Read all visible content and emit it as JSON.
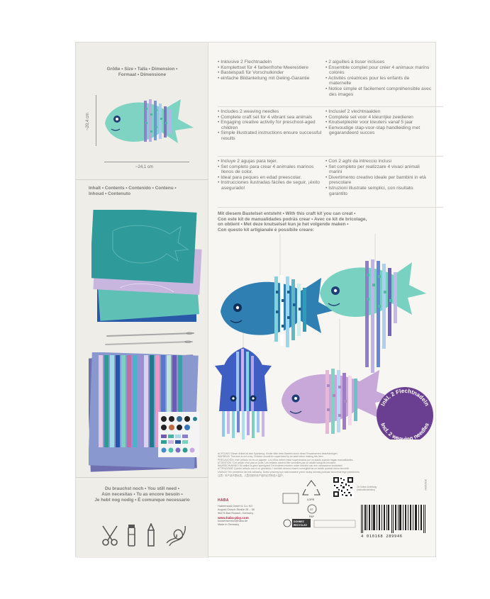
{
  "size": {
    "heading_line1": "Größe • Size • Talla • Dimension •",
    "heading_line2": "Formaat • Dimensione",
    "height": "~20,4 cm",
    "width": "~24,1 cm"
  },
  "contents": {
    "heading_line1": "Inhalt • Contents • Contenido • Contenu •",
    "heading_line2": "Inhoud • Contenuto"
  },
  "still_need": {
    "heading_line1": "Du brauchst noch • You still need •",
    "heading_line2": "Aún necesitas • Tu as encore besoin •",
    "heading_line3": "Je hebt nog nodig • È comunque necessario",
    "icons": [
      "scissors-icon",
      "glue-stick-icon",
      "pencil-icon",
      "string-icon"
    ]
  },
  "text": {
    "de": [
      "Inklusive 2 Flechtnadeln",
      "Komplettset für 4 farbenfrohe Meerestiere",
      "Bastelspaß für Vorschulkinder",
      "einfache Bildanleitung mit Geling-Garantie"
    ],
    "en": [
      "Includes 2 weaving needles",
      "Complete craft set for 4 vibrant sea animals",
      "Engaging creative activity for preschool-aged children",
      "Simple illustrated instructions ensure successful results"
    ],
    "es": [
      "Incluye 2 agujas para tejer.",
      "Set completo para crear 4 animales marinos llenos de color.",
      "Ideal para peques en edad preescolar.",
      "Instrucciones ilustradas fáciles de seguir, ¡éxito asegurado!"
    ],
    "fr": [
      "2 aiguilles à tisser incluses",
      "Ensemble complet pour créer 4 animaux marins colorés",
      "Activités créatrices pour les enfants de maternelle",
      "Notice simple et facilement compréhensible avec des images"
    ],
    "nl": [
      "Inclusief 2 vlechtnaalden",
      "Complete set voor 4 kleurrijke zeedieren",
      "Knutselplezier voor kleuters vanaf 5 jaar",
      "Eenvoudige stap-voor-stap handleiding met gegarandeerd succes"
    ],
    "it": [
      "Con 2 aghi da intreccio inclusi",
      "Set completo per realizzare 4 vivaci animali marini",
      "Divertimento creativo ideale per bambini in età prescolare",
      "Istruzioni illustrate semplici, con risultato garantito"
    ]
  },
  "create": {
    "line1": "Mit diesem Bastelset entsteht • With this craft kit you can creat •",
    "line2": "Con este kit de manualidades podrás crear • Avec ce kit de bricolage,",
    "line3": "on obtient • Met deze knutselset kun je het volgende maken •",
    "line4": "Con questo kit artigianale è possibile creare:"
  },
  "badge": {
    "line1": "Inkl. 2 Flechtnadeln",
    "line2": "Incl. 2 weaving needles"
  },
  "warnings": [
    "ACHTUNG! Dieser Artikel ist kein Spielzeug. Kinder bitte beim Basteln durch einen Erwachsenen beaufsichtigen.",
    "WARNING! This item is not a toy. Children should be supervised by an adult when making this item.",
    "PRECAUCIÓN: este artículo no es un juguete. Los niños deben estar supervisados por un adulto cuando hagan manualidades.",
    "ATTENTION ! Cet article n'est pas un jouet. Les enfants doivent être surveillés par un adulte lorsqu'ils bricolent.",
    "WAARSCHUWING! Dit artikel is geen speelgoed! De kinderen moeten onder toezicht van een volwassene knutselen!",
    "ATTENZIONE! Questo articolo non è un giocattolo. I bambini devono essere sorvegliati da un adulto quando fanno lavoretti.",
    "UWAGA! Ten przedmiot nie jest zabawką. Dzieci powinny być nadzorowane przez osobę dorosłą podczas tworzenia tego przedmiotu."
  ],
  "cjk_note": "注意！本产品不是玩具。儿童在制作本产品时必须有成人监护。",
  "company": {
    "brand": "HABA",
    "lines": [
      "Habermaaß GmbH & Co. KG",
      "August-Grosch-Straße 28 – 38",
      "96476 Bad Rodach, Germany"
    ],
    "url": "www.haba-play.com",
    "email": "kundenservice@haba.de",
    "made_in": "Made in Germany"
  },
  "recycling": {
    "lope": "LDPE",
    "code": "22",
    "pap": "PAP",
    "donnez": "DONNEZ",
    "recyclez": "RECYCLEZ"
  },
  "qr_text": [
    "Zu Online-Anleitung",
    "(instructions/infos)"
  ],
  "barcode": "4 010168 289946",
  "article_no": "2013220"
}
